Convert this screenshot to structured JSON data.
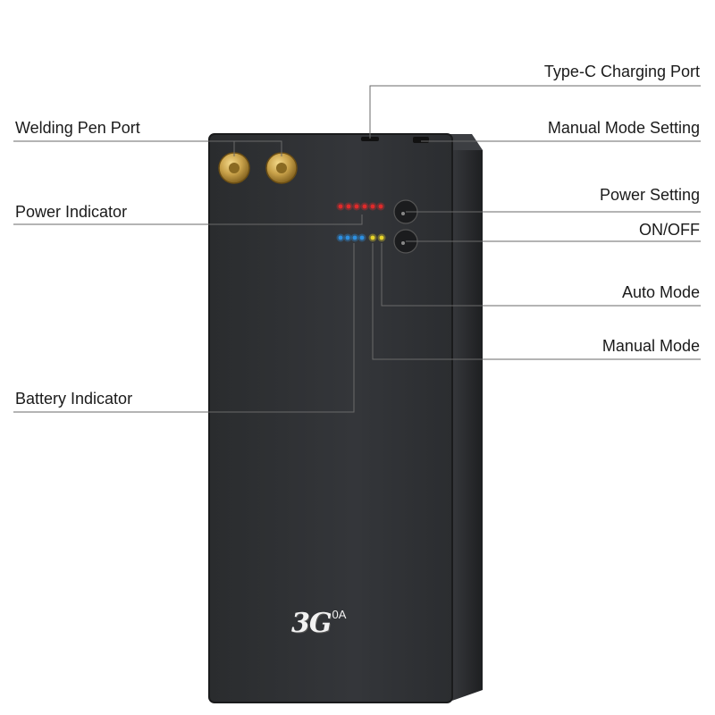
{
  "labels": {
    "type_c_port": "Type-C Charging Port",
    "welding_pen_port": "Welding Pen Port",
    "manual_mode_setting": "Manual Mode Setting",
    "power_setting": "Power Setting",
    "power_indicator": "Power Indicator",
    "on_off": "ON/OFF",
    "auto_mode": "Auto Mode",
    "manual_mode": "Manual Mode",
    "battery_indicator": "Battery Indicator"
  },
  "logo": {
    "main": "3G",
    "sub": "0A"
  },
  "colors": {
    "device_body": "#2f3133",
    "device_edge": "#1c1d1f",
    "brass": "#c9a24a",
    "led_red": "#e02a2a",
    "led_blue": "#2d8fe0",
    "led_yellow": "#e8d52a",
    "leader_line": "#6a6a6a"
  },
  "indicators": {
    "power_leds": 6,
    "battery_leds": 4,
    "mode_leds": [
      "led_yellow",
      "led_yellow"
    ]
  }
}
